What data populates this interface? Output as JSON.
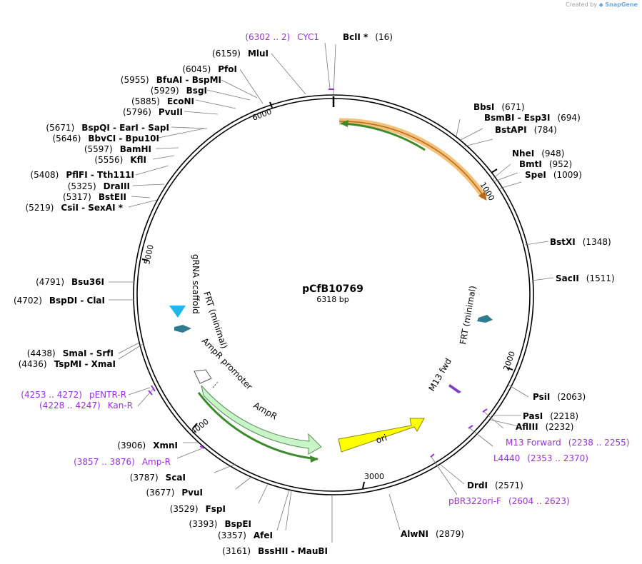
{
  "credit": {
    "prefix": "Created by",
    "brand": "SnapGene"
  },
  "map": {
    "name": "pCfB10769",
    "size_label": "6318 bp",
    "ticks": [
      "1000",
      "2000",
      "3000",
      "4000",
      "5000",
      "6000"
    ],
    "features": {
      "gRNA_scaffold": "gRNA scaffold",
      "FRT_left": "FRT (minimal)",
      "FRT_right": "FRT (minimal)",
      "AmpR_promoter": "AmpR promoter",
      "AmpR": "AmpR",
      "ori": "ori",
      "M13_fwd": "M13 fwd"
    },
    "sites": [
      {
        "text": "BclI *",
        "pos": "(16)"
      },
      {
        "text": "BbsI",
        "pos": "(671)"
      },
      {
        "text": "BsmBI  -  Esp3I",
        "pos": "(694)"
      },
      {
        "text": "BstAPI",
        "pos": "(784)"
      },
      {
        "text": "NheI",
        "pos": "(948)"
      },
      {
        "text": "BmtI",
        "pos": "(952)"
      },
      {
        "text": "SpeI",
        "pos": "(1009)"
      },
      {
        "text": "BstXI",
        "pos": "(1348)"
      },
      {
        "text": "SacII",
        "pos": "(1511)"
      },
      {
        "text": "PsiI",
        "pos": "(2063)"
      },
      {
        "text": "PasI",
        "pos": "(2218)"
      },
      {
        "text": "AflIII",
        "pos": "(2232)"
      },
      {
        "text": "DrdI",
        "pos": "(2571)"
      },
      {
        "text": "AlwNI",
        "pos": "(2879)"
      },
      {
        "text": "BssHII  -  MauBI",
        "pos": "(3161)"
      },
      {
        "text": "AfeI",
        "pos": "(3357)"
      },
      {
        "text": "BspEI",
        "pos": "(3393)"
      },
      {
        "text": "FspI",
        "pos": "(3529)"
      },
      {
        "text": "PvuI",
        "pos": "(3677)"
      },
      {
        "text": "ScaI",
        "pos": "(3787)"
      },
      {
        "text": "XmnI",
        "pos": "(3906)"
      },
      {
        "text": "TspMI  -  XmaI",
        "pos": "(4436)"
      },
      {
        "text": "SmaI  -  SrfI",
        "pos": "(4438)"
      },
      {
        "text": "BspDI  -  ClaI",
        "pos": "(4702)"
      },
      {
        "text": "Bsu36I",
        "pos": "(4791)"
      },
      {
        "text": "CsiI  -  SexAI *",
        "pos": "(5219)"
      },
      {
        "text": "BstEII",
        "pos": "(5317)"
      },
      {
        "text": "DraIII",
        "pos": "(5325)"
      },
      {
        "text": "PflFI  -  Tth111I",
        "pos": "(5408)"
      },
      {
        "text": "KflI",
        "pos": "(5556)"
      },
      {
        "text": "BamHI",
        "pos": "(5597)"
      },
      {
        "text": "BbvCI  -  Bpu10I",
        "pos": "(5646)"
      },
      {
        "text": "BspQI  -  EarI  -  SapI",
        "pos": "(5671)"
      },
      {
        "text": "PvuII",
        "pos": "(5796)"
      },
      {
        "text": "EcoNI",
        "pos": "(5885)"
      },
      {
        "text": "BsgI",
        "pos": "(5929)"
      },
      {
        "text": "BfuAI  -  BspMI",
        "pos": "(5955)"
      },
      {
        "text": "PfoI",
        "pos": "(6045)"
      },
      {
        "text": "MluI",
        "pos": "(6159)"
      }
    ],
    "primers": [
      {
        "range": "(6302 .. 2)",
        "text": "CYC1"
      },
      {
        "text": "M13 Forward",
        "range": "(2238 .. 2255)"
      },
      {
        "text": "L4440",
        "range": "(2353 .. 2370)"
      },
      {
        "text": "pBR322ori-F",
        "range": "(2604 .. 2623)"
      },
      {
        "range": "(3857 .. 3876)",
        "text": "Amp-R"
      },
      {
        "range": "(4228 .. 4247)",
        "text": "Kan-R"
      },
      {
        "range": "(4253 .. 4272)",
        "text": "pENTR-R"
      }
    ]
  }
}
